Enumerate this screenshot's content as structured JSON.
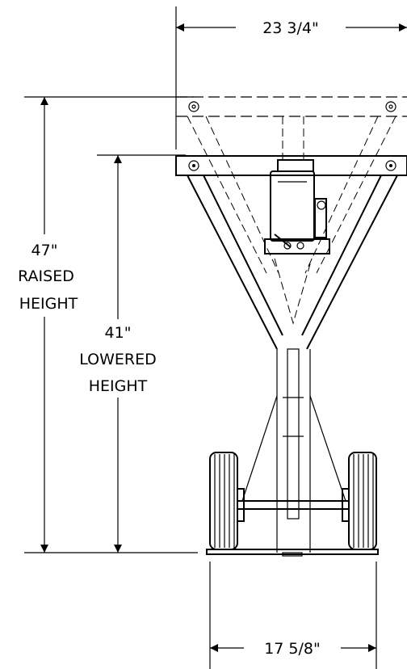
{
  "dimensions": {
    "top_width": "23 3/4\"",
    "raised_value": "47\"",
    "raised_label_1": "RAISED",
    "raised_label_2": "HEIGHT",
    "lowered_value": "41\"",
    "lowered_label_1": "LOWERED",
    "lowered_label_2": "HEIGHT",
    "base_width": "17 5/8\""
  }
}
